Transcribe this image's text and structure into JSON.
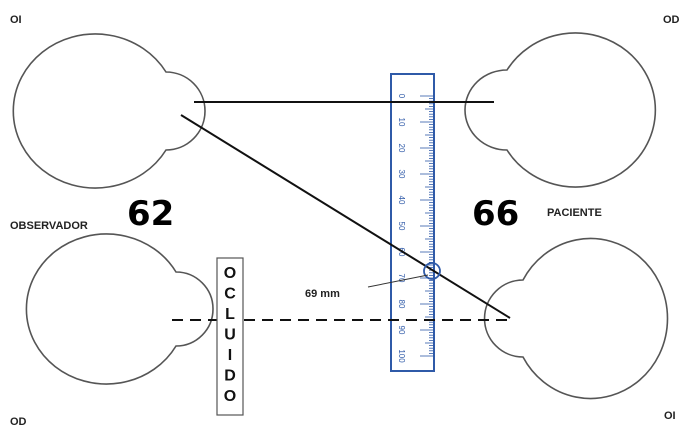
{
  "labels": {
    "top_left": "OI",
    "top_right": "OD",
    "observer": "OBSERVADOR",
    "patient": "PACIENTE",
    "bottom_left": "OD",
    "bottom_right": "OI",
    "measure": "69 mm",
    "value_left": "62",
    "value_right": "66"
  },
  "occluder_letters": [
    "O",
    "C",
    "L",
    "U",
    "I",
    "D",
    "O"
  ],
  "ruler": {
    "color": "#2f5aa8",
    "ticks": [
      "0",
      "10",
      "20",
      "30",
      "40",
      "50",
      "60",
      "70",
      "80",
      "90",
      "100"
    ]
  }
}
